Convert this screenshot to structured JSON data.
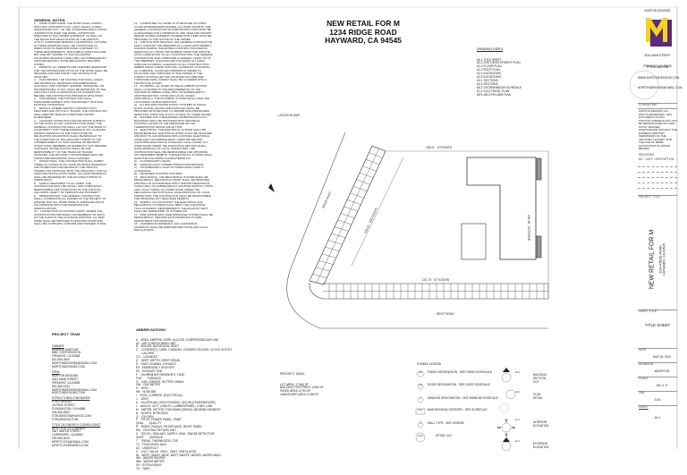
{
  "header": {
    "title_lines": [
      "NEW RETAIL FOR M",
      "1234 RIDGE ROAD",
      "HAYWARD, CA 94545"
    ]
  },
  "drawing_index": {
    "heading": "DRAWING INDEX",
    "items": [
      "A0.1 TITLE SHEET",
      "A0.2 SITE DEVELOPMENT PLAN",
      "A1.1 FLOOR PLAN",
      "A1.2 ROOF PLAN",
      "A2.1 ELEVATIONS",
      "A2.2 ELEVATIONS",
      "A3.1 SECTIONS",
      "A3.2 SECTIONS",
      "A6.1 DOOR/WINDOW SCHEDULE",
      "E1.1 ELECTRICAL PLAN",
      "MP1 MECH/PLUMB PLAN"
    ]
  },
  "general_notes": {
    "heading": "GENERAL NOTES:",
    "col1": "1.    CODE COMPLIANCE: THE WORK SHALL COMPLY WITH AND CONFORM TO ALL LAWS, RULES, CODES, ORDINANCES, ETC., OF THE GOVERNING BODY HAVING JURISDICTION OVER THE WORK. CONDITIONS SPECIFIED IN THE OWNER HANDBOOK, AS WELL AS THE RULES AND REGULATIONS OF THE VARIOUS UTILITY COMPANIES SERVING THE BUILDING. NOTHING IN THESE DRAWINGS SHALL BE CONSTRUED AS DIRECTIONS TO PERFORM WORK CONTRARY TO THESE REQUIREMENTS. APPLICABLE CODES INCLUDE, BUT ARE NOT LIMITED TO THE FOLLOWING: CALIFORNIA BUILDING CODE (CBC) OR SUBSEQUENTLY ADOPTED EDITION, STATE REGULATION, BUILDING CODES.\n2.    PERMITS: ALL PERMITS AND LICENSES NECESSARY FOR THE PROPER EXECUTION OF THE WORK SHALL BE SECURED AND PAID FOR BY THE CONTRACTOR INVOLVED.\n3.    PLAN REVIEW: THE CONTRACTOR SHALL CHECK AND REVIEW ALL DRAWINGS FOR DIMENSIONAL ACCURACY AND CONTENT. ERRORS, OMISSIONS, OR DISCREPANCIES, IF ANY, SHALL BE REPORTED TO THE ARCHITECT FOR CLARIFICATION OR CORRECTION BEFORE THE CONTRACTOR PROCEEDS WITH WORK.\n4.    SITE REVIEW: THE CONTRACTOR SHALL FAMILIARIZE HIMSELF WITH THE PROJECT SITE AND EXISTING CONDITIONS.\n5.    DETAILS: WHERE CERTAIN CONSTRUCTION FEATURES ARE NOT FULLY SHOWN, THE CONTRACTOR SHALL REPORT SIMILAR CONDITIONS SHOWN ELSEWHERE.\n6.    CHANGES: INSPECTION AND REVISIONS SUBJECT TO THE START OF ANY CONSTRUCTION WORK. THE GENERAL CONTRACTOR SHALL LAY OUT THE WORK IN CONFORMITY WITH THESE DRAWINGS. ANY CHANGES MADE BY REVISION OF THE STRUCTURE OR RELOCATION OR ADDITION SHALL BE BROUGHT TO THE ATTENTION OF THE ARCHITECT PRIOR TO THE COMMENCEMENT OF SAID CHANGE OR REVISION. STRUCTURAL MEMBERS OR ELEMENTS THAT REQUIRE CHANGING OR RELOCATION SHALL BE THE RESPONSIBILITY OF THE TRADE OR TRADES INVOLVED. THE ARCHITECT OR ENGINEER SHALL BE CONSULTED REGARDING SUCH CHANGES.\n7.    STRUCTURAL: THE CONTRACTOR SHALL SUBMIT THREE (3) COPIES OF ALL SHOP OR DETAIL DRAWINGS AND SCHEDULES FOR REVIEW BY THE VARIOUS TRADES FOR APPROVAL WITH THE ARCHITECT FOR ALL SHOP AND INSTALLATION WORK. ALL SHOP DRAWINGS SHALL BE REVIEWED BY THE ARCHITECT PRIOR TO FABRICATION.\n8.    SAFETY MEASURES: AT ALL TIMES, THE CONTRACTOR SHALL BE SOLELY AND COMPLETELY RESPONSIBLE FOR CONDITIONS OF THE JOB SITE, INCLUDING SAFETY OF PERSONS AND PROPERTY.\n9.    OBSERVATIONS: THE GENERAL CONTRACTOR SHALL COORDINATE ALL PHASES OF THE PROJECT TO ENSURE THAT ALL WORK DONE IS COMPLETE AND IN ACCORDANCE WITH THE DRAWINGS AND SPECIFICATIONS.\n10.   CONNECTION OF EXISTING WORK: WHERE THE CONSTRUCTION PROVIDES FOR MEMBERS OR UNITS AS THE PLANS IN THE ACCURATE POSITION, ALL NEW WORK SHALL BE MATCHED TO EXISTING WORK AND SHALL BE COMPLETE, UNIFORM AND FINISHED IN ONE.",
    "col2": "11.   GUARANTEE: ALL WORK IS TO BE DONE IN A FIRST CLASS WORKMANSHIP MANNER. ALL WORK DONE BY THE GENERAL CONTRACTOR OR SUBCONTRACTORS MUST BE GUARANTEED FOR A MINIMUM OF ONE YEAR AND PROMPT REPAIR OR REPLACEMENT OF DEFECTIVE ITEMS MUST BE PROVIDED AT THE NOTICE OF THE OWNER.\n12.   JOB SITE MAINTENANCE: THE GENERAL CONTRACTOR SHALL MAINTAIN THE PREMISES IN A CLEAN AND ORDERLY FASHION DURING THE ENTIRE CONSTRUCTION PERIOD, REMOVING ALL TRASH AND RUBBISH FROM THE JOB SITE. UPON COMPLETION OF ALL CONSTRUCTION, THE GENERAL CONTRACTOR SHALL PERFORM A GENERAL CLEAN-UP OF THE PREMISES, CLEANING AND POLISHING ALL HARD SURFACE FLOORING, CLEANING OF ALL CONSTRUCTION DEBRIS FROM CARPET AND WALL SURFACES, POLISHING ALL LAMINATE, GLASS AND MIRRORS IN ORDER TO FACILITATE THE TURNOVER TO THE OWNER. IF THE CARPET IS INSTALLED TWO OR MORE DAYS BEFORE TURNOVER DATE, CARPET SHALL BE COVERED WITH A PROTECTIVE COVER.\n13.   PLUMBING: ALL WORK ON THE PLUMBING SYSTEM SHALL CONFORM TO THE REQUIREMENTS OF THE UNIFORM PLUMBING CODE (UPC) OR SUBSEQUENTLY ADOPTED EDITION, STATE AND LOCAL CODES.     ADDITIONALLY, THE PLUMBING SYSTEM SHALL HAVE THE FOLLOWING CHARACTERISTICS:\nA)    ALL BUILDING WATER SUPPLY SYSTEMS IN WHICH QUICK-ACTING VALVES ARE INSTALLED SHALL BE PROVIDED WITH DEVICES TO ABSORB HIGH PRESSURES RESULTING FROM THE QUICK CLOSING OF THESE VALVES.\nB)    SHOWER AND TUB/SHOWER COMBINATIONS IN ALL BUILDINGS SHALL BE PROVIDED WITH INDIVIDUAL CONTROL VALVES OF THE PRESSURE OR THE THERMOSTATIC MIXING VALVE TYPE.\n14.   ELECTRICAL: THE ELECTRICAL SYSTEM SHALL BE DESIGNED/BUILD. ELECTRICAL WORK SHALL BE DESIGNED AND BUILT IN ACCORDANCE WITH NATIONAL ELECTRICAL CODE (NEC) OR SUBSEQUENTLY ADOPTED EDITION, CALIFORNIA ELECTRICAL CODE AND LOCAL CODES. ALL WORK DONE UNDER THE ELECTRICAL SECTION SHALL HAVE APPROVAL OF LOCAL INSPECTORS. THE CONTRACTOR SHALL BE RESPONSIBLE FOR OBTAINING ANY REQUIRED PERMITS. THE ELECTRICAL SYSTEM SHALL HAVE THE FOLLOWING CHARACTERISTICS:\nA)    FLUORESCENT LIGHTS.\nB)    GROUND FAULT INTERRUPTERS IN BATHROOMS.\nC)    INCANDESCENT LIGHT FIXTURES SHALL HAVE 2\" CLEARANCE.\nD)    RECESSED LIGHTING FIXTURES.\n15.   MECHANICAL: THE MECHANICAL SYSTEM SHALL BE DESIGN/BUILD. MECHANICAL WORK SHALL BE DESIGNED AND BUILT IN ACCORDANCE WITH UNIFORM MECHANICAL CODE (UMC) OR SUBSEQUENTLY ADOPTED EDITION, STATE AND LOCAL CODES. ALL WORK DONE UNDER THE MECHANICAL SECTION SHALL HAVE APPROVAL OF LOCAL INSPECTORS. THE CONTRACTOR SHALL BE RESPONSIBLE FOR OBTAINING ANY REQUIRED PERMITS.\n16.   ENERGY CALCULATIONS: THE ELECTRICAL AND MECHANICAL SYSTEMS SHALL MEET THE CALIFORNIA TITLE 24 ENERGY REQUIREMENTS. THE EXHAUST VENT SHALL BE TERMINATED TO OUTSIDE AIR.\n17.   FIRE SPRINKLERS: FIRE SPRINKLER SYSTEM SHALL BE DESIGN/BUILD. PROVIDE SHOP DRAWINGS TO FIRE DEPARTMENT FOR APPROVAL.\n18.   HAZARDOUS MATERIALS: ANY HAZARDOUS MATERIALS SHALL BE REMOVED PER STATE AND LOCAL REGULATIONS."
  },
  "project_team": {
    "heading": "PROJECT TEAM",
    "groups": [
      {
        "role": "OWNER",
        "lines": [
          "MARNOR MORTON",
          "MMC CORPORATION",
          "FREMONT, CA 94538",
          "510-555-0000",
          "MORTONDESIGNS@GMAIL.COM",
          "MORTONDESIGNS.COM"
        ]
      },
      {
        "role": "FIRM",
        "lines": [
          "MORTON DESIGNS",
          "3041 MAIN STREET",
          "FREMONT, CA 94538",
          "510-555-1234",
          "MORTONDESIGNS@GMAIL.COM",
          "MORTONDESIGNS.COM"
        ]
      },
      {
        "role": "STRUCTURAL ENGINEER",
        "lines": [
          "STRU DESIGN",
          "25 PARK STREET",
          "PLEASANTON, CA 94588",
          "925-555-0000",
          "STRUDESIGN@YAHOO.COM",
          "STRUDESIGN.COM"
        ]
      },
      {
        "role": "TITLE 24 ENERGY CONSULTANT",
        "lines": [
          "MPR TITLE 24 COMPANY",
          "2847 WATER STREET",
          "LIVERMORE, CA 94550",
          "925-555-0000",
          "MPRTITLE24@GMAIL.COM",
          "MPRTITLE24ENERGY.COM"
        ]
      }
    ]
  },
  "abbreviations": {
    "heading": "ABBREVIATIONS:",
    "items": [
      "A    AREA, AMPERE, ACRE, ALCOVE, COMPRESSED AIR LINE",
      "AC   AIR CONDITIONING UNIT",
      "B    BOILER, BATHROOM, BIDET",
      "C    COURSE(S), CURB, CHANNEL, DEGREE CELSIUS, CLOCK OUTLET,",
      "       CALORIE",
      "CO   CLEANOUT",
      "D    DEEP, DEPTH, DROP, DRAIN",
      "E    EAST, ENAMEL, EXHAUST",
      "ES   EMERGENCY SHUTOFF",
      "EX   EXHAUST FAN",
      "F    FAHRENHEIT/FARENHEIT, FUSE",
      "FUR       FURNACE",
      "G    GAS, GIRDER, GUTTER, DRAIN",
      "GW   GAS METER",
      "H    HIGH",
      "HB   HOSE BIB",
      "I    IRON, CURRENT (ELECTRICAL)",
      "J    JOIST",
      "K    KILOPOUND (1000 POUNDS), KELVIN (TEMPERATURE)",
      "L    ANGLE, LEFT, LENGTH, LUMBER/PANEL, LONG, LINE",
      "M    METER, MOTOR, THOUSAND (BRICK), BENDING MOMENT",
      "N    NORTH, NITROGEN",
      "O    OXYGEN",
      "P    PITCH, POWER PANEL, PAINT",
      "QUAL       QUALITY",
      "R    RISER, RADIUS, RESISTANCE, RIGHT PANEL",
      "RW   CENTRAL RETURN UNIT",
      "S    SOUTH, SEALANT, SUPPLY, SINK, SMOKE DETECTOR",
      "SURF       SURFACE",
      "T    TREAD, THERMOSTAT, TEE",
      "TV   TELEVISION JACK",
      "UC   UNDERCUT",
      "V    VOLT, VALVE, VINYL, VENT, VENTILATOR",
      "W    WEST, WASH, WIDE, WATT, WASTE, WATER, WATER MAIN",
      "WH   WATER HEATER",
      "WM   WATER METER",
      "XH   EXTRA HEAVY",
      "YD   YARD"
    ]
  },
  "site_plan": {
    "location_map_label": "LOCATION MAP",
    "top_dimension": "135.01'   N7°03'33\"E",
    "bottom_dimension": "147.73'   S7°03'33\"W",
    "left_dimension": "133.10'   N45°00'00\"E",
    "right_dimension": "130.48'   S1°03'33\"E",
    "ridge_road_label": "RIDGE ROAD",
    "devit_road_label": "DEVIT ROAD"
  },
  "project_data": {
    "heading": "PROJECT DATA:",
    "lines": [
      "LOT AREA: 17,500 SF",
      "BUILDING FOOTPRINT: 3,962 SF",
      "PAVED AREA: 8,753 SF",
      "LANDSCAPE AREA: 5,266 SF"
    ]
  },
  "symbol_legend": {
    "heading": "SYMBOL LEGEND",
    "items": [
      {
        "symbol": "W1",
        "label": "FINISH DESIGNATION - SEE FINISH SCHEDULE"
      },
      {
        "symbol": "D2",
        "label": "DOOR DESIGNATION - SEE DOOR SCHEDULE"
      },
      {
        "symbol": "1",
        "label": "WINDOW DESIGNATION - SEE WINDOW SCHEDULE"
      },
      {
        "symbol": "P-12",
        "label": "BASHROOM ACCESSORY - SEE SCHEDULE"
      },
      {
        "symbol": "A",
        "label": "WALL TYPE - SEE LEGEND"
      },
      {
        "symbol": "1 A3.1",
        "label": "DETAIL CUT"
      }
    ],
    "markers": [
      {
        "label": "BUILDING SECTION CUT",
        "ref": "A3.1"
      },
      {
        "label": "PLAN DETAIL",
        "ref": "A3.1"
      },
      {
        "label": "INTERIOR ELEVATION",
        "ref": "A2.1"
      },
      {
        "label": "EXTERIOR ELEVATION",
        "ref": "A2.1"
      }
    ]
  },
  "title_block": {
    "firm_name": "NORTON DESIGNS",
    "logo_letter": "M",
    "address_lines": [
      "3041 MAIN STREET",
      "FREMONT, CA 94538"
    ],
    "contact_lines": [
      "TP 510-555-1234",
      "WWW.NORTONDESIGNS.COM",
      "NORTONDESIGNS@GMAIL.COM"
    ],
    "consultant_label": "CONSULTANT",
    "notice": "NORTON DESIGNS ALL RIGHTS RESERVED. THIS DOCUMENT OR ANY PORTION THEREOF MAY NOT BE REPRODUCED OR USED IN ANY MANNER WHATSOEVER WITHOUT THE EXPRESS WRITTEN PERMISSION OF THE ARCHITECT EXCEPT FOR THE USE OF BRIEF QUOTATIONS IN A BOOK REVIEW.",
    "revisions_label": "REVISIONS",
    "revision_columns": [
      "NO.",
      "DATE",
      "DESCRIPTION"
    ],
    "project_title_label": "PROJECT TITLE",
    "project_title": "NEW RETAIL FOR M",
    "project_address_lines": [
      "1234 RIDGE ROAD",
      "HAYWARD, CA 94545"
    ],
    "sheet_title_label": "SHEET TITLE",
    "sheet_title": "TITLE SHEET",
    "date_label": "DATE",
    "date": "MAY 26, 2020",
    "drawn_label": "DRAWN BY",
    "drawn": "MMORTON",
    "scale_label": "SCALE",
    "scale": "1/8\"=1'-0\"",
    "job_label": "JOB",
    "job": "2101",
    "sheet_label": "SHEET",
    "sheet": "A0.1",
    "colors": {
      "logo_yellow": "#f2d41c",
      "logo_purple": "#5b2a78"
    }
  }
}
